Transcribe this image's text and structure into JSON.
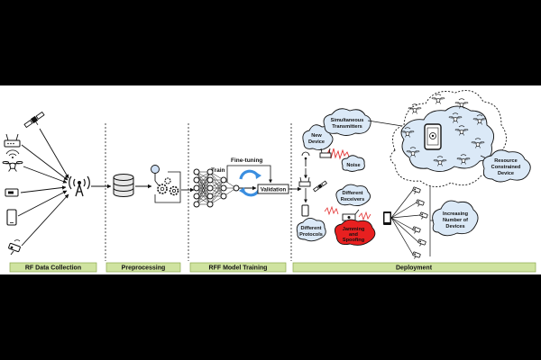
{
  "stages": [
    {
      "key": "collection",
      "label": "RF Data Collection"
    },
    {
      "key": "preprocessing",
      "label": "Preprocessing"
    },
    {
      "key": "training",
      "label": "RFF Model Training"
    },
    {
      "key": "deployment",
      "label": "Deployment"
    }
  ],
  "training": {
    "train_label": "Train",
    "finetune_label": "Fine-tuning",
    "validation_label": "Validation"
  },
  "deployment": {
    "new_device": [
      "New",
      "Device"
    ],
    "simultaneous": [
      "Simultaneous",
      "Transmitters"
    ],
    "noise": "Noise",
    "different_receivers": [
      "Different",
      "Receivers"
    ],
    "different_protocols": [
      "Different",
      "Protocols"
    ],
    "jamming": [
      "Jamming",
      "and",
      "Spoofing"
    ],
    "resource_constrained": [
      "Resource",
      "Constrained",
      "Device"
    ],
    "increasing_devices": [
      "Increasing",
      "Number of",
      "Devices"
    ]
  },
  "colors": {
    "stage_bar": "#cfe3a0",
    "cloud_fill": "#dbe9f7",
    "jamming_fill": "#e82020",
    "refresh_blue": "#3a8ee0"
  }
}
